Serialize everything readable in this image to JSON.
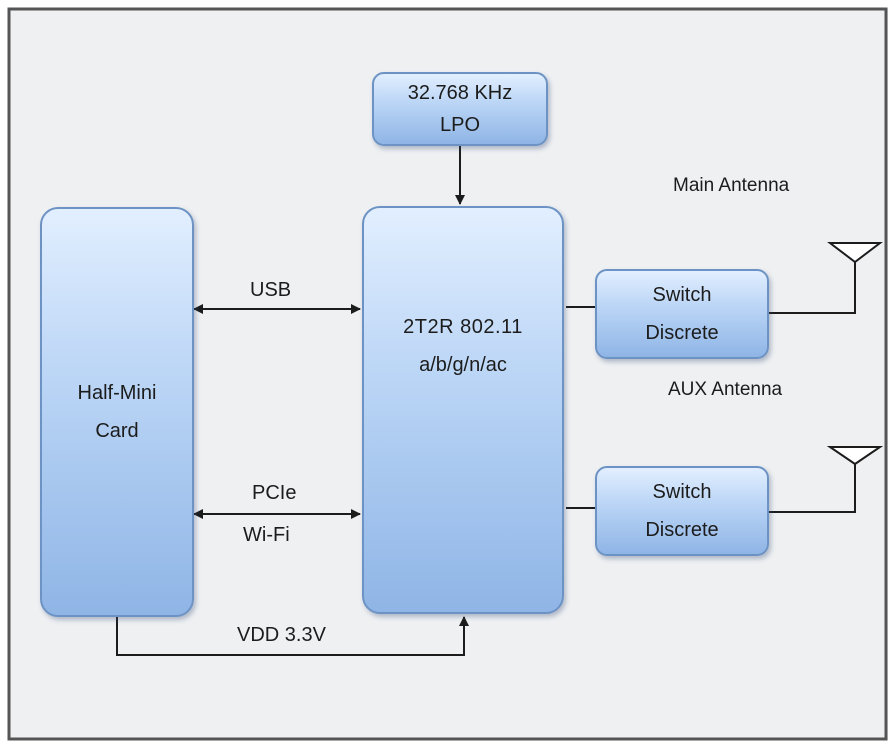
{
  "lpo": {
    "line1": "32.768 KHz",
    "line2": "LPO"
  },
  "host": {
    "line1": "Half-Mini",
    "line2": "Card"
  },
  "chip": {
    "line1": "2T2R 802.11",
    "line2": "a/b/g/n/ac"
  },
  "switch_main": {
    "line1": "Switch",
    "line2": "Discrete"
  },
  "switch_aux": {
    "line1": "Switch",
    "line2": "Discrete"
  },
  "labels": {
    "usb": "USB",
    "pcie": "PCIe",
    "wifi": "Wi-Fi",
    "vdd": "VDD 3.3V",
    "main_antenna": "Main Antenna",
    "aux_antenna": "AUX Antenna"
  },
  "colors": {
    "box_border": "#6d93c4",
    "line": "#1c1c1c",
    "frame": "#555555",
    "background": "#eef0f2"
  }
}
